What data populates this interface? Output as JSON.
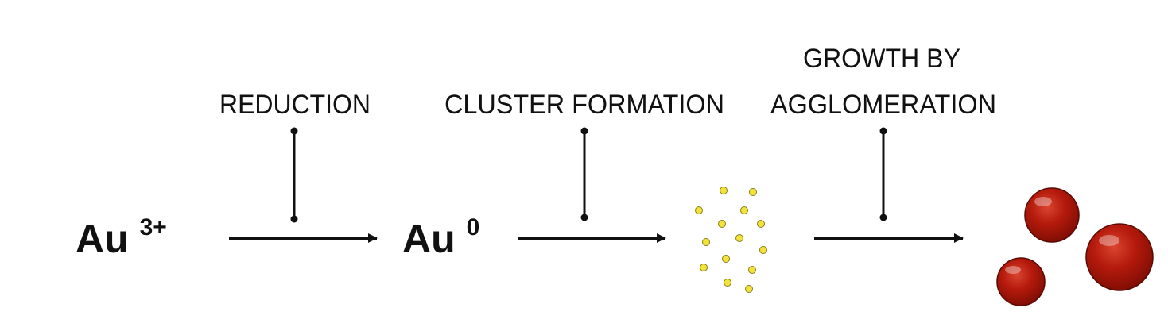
{
  "species": {
    "start": {
      "base": "Au",
      "charge": "3+"
    },
    "atom": {
      "base": "Au",
      "charge": "0"
    }
  },
  "steps": [
    {
      "label_lines": [
        "REDUCTION"
      ]
    },
    {
      "label_lines": [
        "CLUSTER FORMATION"
      ]
    },
    {
      "label_lines": [
        "GROWTH BY",
        "AGGLOMERATION"
      ]
    }
  ],
  "colors": {
    "ink": "#111111",
    "cluster_fill": "#f2e23a",
    "cluster_stroke": "#8a7f1a",
    "particle_fill": "#b51a0c",
    "particle_stroke": "#5a0a04"
  },
  "icons": {
    "clusters": "small-yellow-dots",
    "particles": "large-red-spheres"
  }
}
